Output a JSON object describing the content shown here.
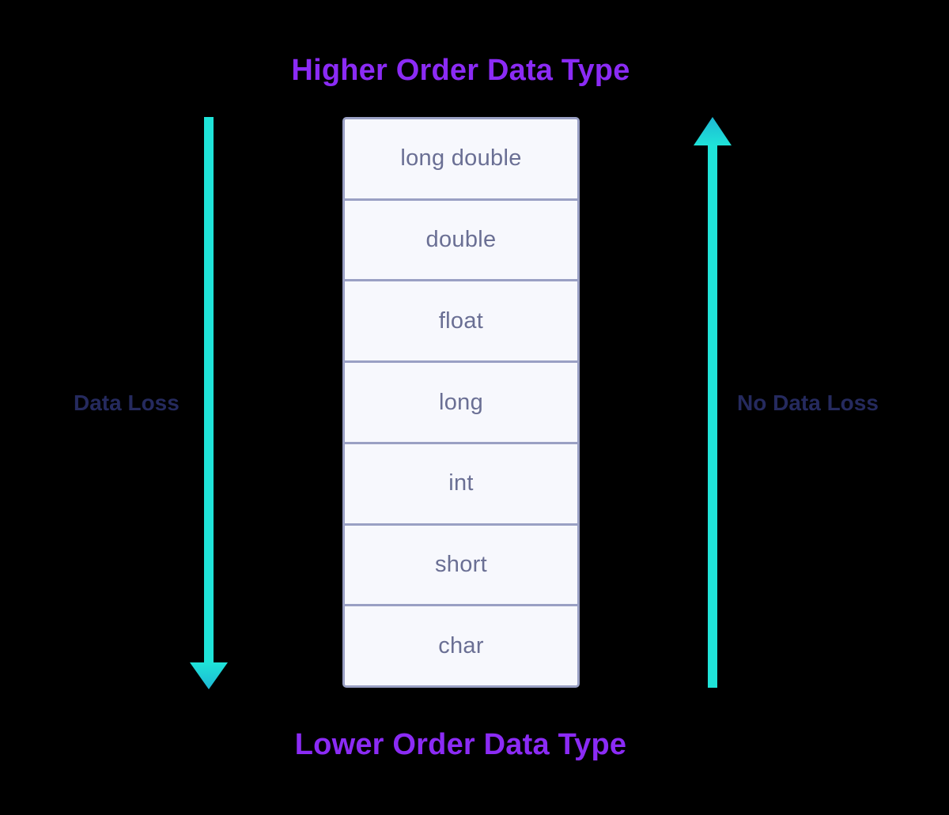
{
  "diagram": {
    "name": "type-conversion-hierarchy",
    "title_top": "Higher Order Data Type",
    "title_bottom": "Lower Order Data Type",
    "label_left": "Data Loss",
    "label_right": "No Data Loss",
    "colors": {
      "title": "#8B2BF5",
      "side_label": "#252a5e",
      "cell_text": "#6a6f94",
      "cell_background": "#f7f8fd",
      "cell_border": "#9aa0c4",
      "arrow": "#1fe3d8",
      "arrow_head_tip": "#1eb8d4",
      "background": "#000000"
    },
    "types": [
      {
        "label": "long double",
        "order": 7
      },
      {
        "label": "double",
        "order": 6
      },
      {
        "label": "float",
        "order": 5
      },
      {
        "label": "long",
        "order": 4
      },
      {
        "label": "int",
        "order": 3
      },
      {
        "label": "short",
        "order": 2
      },
      {
        "label": "char",
        "order": 1
      }
    ],
    "arrows": [
      {
        "name": "downward-arrow",
        "icon": "arrow-down-icon",
        "direction": "down",
        "meaning": "Data Loss",
        "side": "left"
      },
      {
        "name": "upward-arrow",
        "icon": "arrow-up-icon",
        "direction": "up",
        "meaning": "No Data Loss",
        "side": "right"
      }
    ]
  }
}
